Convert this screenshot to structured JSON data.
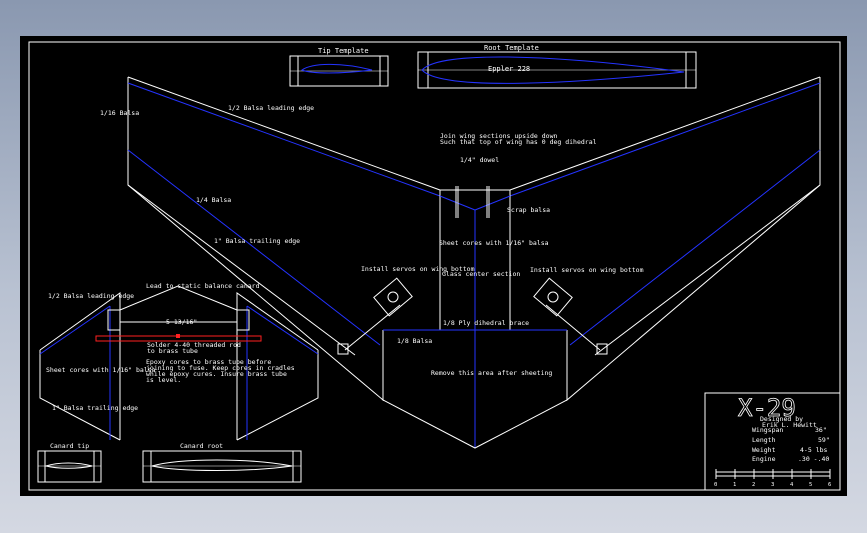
{
  "colors": {
    "background": "#000000",
    "outline": "#ffffff",
    "spar": "#2433ff",
    "tube": "#ff2020",
    "viewport": "#8a98b0"
  },
  "templates": {
    "tip": "Tip Template",
    "root": "Root Template",
    "airfoil": "Eppler 228"
  },
  "labels": {
    "balsa_1_16": "1/16 Balsa",
    "leading_edge_half": "1/2 Balsa leading edge",
    "join": "Join wing sections upside down",
    "join2": "Such that top of wing has 0 deg dihedral",
    "dowel": "1/4\" dowel",
    "scrap": "Scrap balsa",
    "balsa_1_4": "1/4 Balsa",
    "trailing_edge_1": "1\" Balsa trailing edge",
    "sheet_center": "Sheet cores with 1/16\" balsa",
    "servo_left": "Install servos on wing bottom",
    "glass_center": "Glass center section",
    "servo_right": "Install servos on wing bottom",
    "ply_brace": "1/8 Ply dihedral brace",
    "balsa_1_8": "1/8 Balsa",
    "remove": "Remove this area after sheeting",
    "canard_le": "1/2 Balsa leading edge",
    "lead": "Lead to static balance canard",
    "span_dim": "5 13/16\"",
    "solder": "Solder 4-40 threaded rod",
    "solder2": "to brass tube",
    "epoxy1": "Epoxy cores to brass tube before",
    "epoxy2": "joining to fuse.  Keep cores in cradles",
    "epoxy3": "while epoxy cures.  Insure brass tube",
    "epoxy4": "is level.",
    "sheet_canard": "Sheet cores with 1/16\" balsa",
    "canard_te": "1\" Balsa trailing edge",
    "canard_tip": "Canard tip",
    "canard_root": "Canard root"
  },
  "title_block": {
    "title": "X-29",
    "designed_by": "Designed by",
    "designer": "Erik L. Hewitt",
    "specs": [
      {
        "label": "Wingspan",
        "value": "36\""
      },
      {
        "label": "Length",
        "value": "59\""
      },
      {
        "label": "Weight",
        "value": "4-5 lbs"
      },
      {
        "label": "Engine",
        "value": ".30 -.40"
      }
    ],
    "scale_ticks": [
      "0",
      "1",
      "2",
      "3",
      "4",
      "5",
      "6"
    ]
  }
}
